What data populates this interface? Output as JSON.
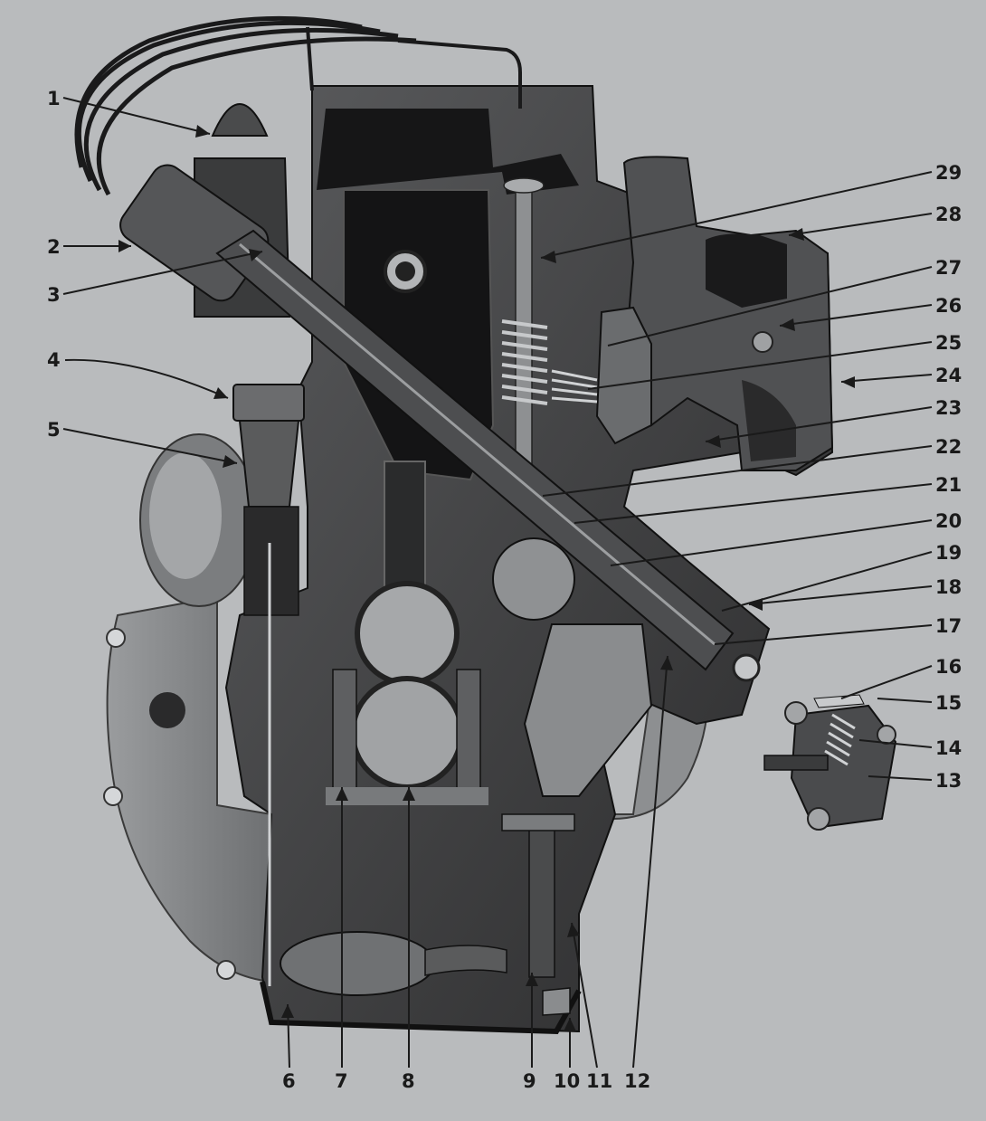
{
  "colors": {
    "background": "#b9bbbd",
    "engine_dark": "#1e1e1f",
    "engine_mid": "#4a4b4c",
    "engine_light": "#8c8e90",
    "highlight": "#d2d4d6",
    "line": "#1a1a1a"
  },
  "callouts": [
    {
      "id": "1",
      "label": "1"
    },
    {
      "id": "2",
      "label": "2"
    },
    {
      "id": "3",
      "label": "3"
    },
    {
      "id": "4",
      "label": "4"
    },
    {
      "id": "5",
      "label": "5"
    },
    {
      "id": "6",
      "label": "6"
    },
    {
      "id": "7",
      "label": "7"
    },
    {
      "id": "8",
      "label": "8"
    },
    {
      "id": "9",
      "label": "9"
    },
    {
      "id": "10",
      "label": "10"
    },
    {
      "id": "11",
      "label": "11"
    },
    {
      "id": "12",
      "label": "12"
    },
    {
      "id": "13",
      "label": "13"
    },
    {
      "id": "14",
      "label": "14"
    },
    {
      "id": "15",
      "label": "15"
    },
    {
      "id": "16",
      "label": "16"
    },
    {
      "id": "17",
      "label": "17"
    },
    {
      "id": "18",
      "label": "18"
    },
    {
      "id": "19",
      "label": "19"
    },
    {
      "id": "20",
      "label": "20"
    },
    {
      "id": "21",
      "label": "21"
    },
    {
      "id": "22",
      "label": "22"
    },
    {
      "id": "23",
      "label": "23"
    },
    {
      "id": "24",
      "label": "24"
    },
    {
      "id": "25",
      "label": "25"
    },
    {
      "id": "26",
      "label": "26"
    },
    {
      "id": "27",
      "label": "27"
    },
    {
      "id": "28",
      "label": "28"
    },
    {
      "id": "29",
      "label": "29"
    }
  ]
}
